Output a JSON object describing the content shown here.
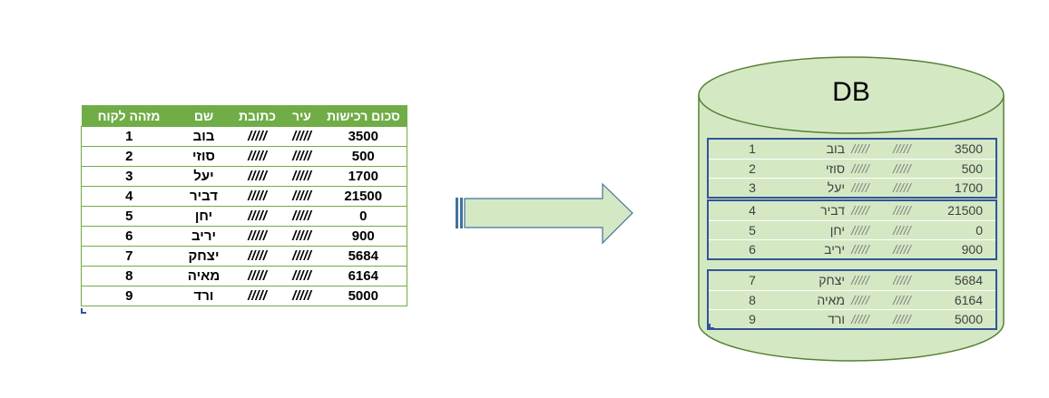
{
  "source_table": {
    "headers": [
      "סכום רכישות",
      "עיר",
      "כתובת",
      "שם",
      "מזהה לקוח"
    ],
    "rows": [
      {
        "sum": "3500",
        "city": "/////",
        "address": "/////",
        "name": "בוב",
        "id": "1"
      },
      {
        "sum": "500",
        "city": "/////",
        "address": "/////",
        "name": "סוזי",
        "id": "2"
      },
      {
        "sum": "1700",
        "city": "/////",
        "address": "/////",
        "name": "יעל",
        "id": "3"
      },
      {
        "sum": "21500",
        "city": "/////",
        "address": "/////",
        "name": "דביר",
        "id": "4"
      },
      {
        "sum": "0",
        "city": "/////",
        "address": "/////",
        "name": "יחן",
        "id": "5"
      },
      {
        "sum": "900",
        "city": "/////",
        "address": "/////",
        "name": "יריב",
        "id": "6"
      },
      {
        "sum": "5684",
        "city": "/////",
        "address": "/////",
        "name": "יצחק",
        "id": "7"
      },
      {
        "sum": "6164",
        "city": "/////",
        "address": "/////",
        "name": "מאיה",
        "id": "8"
      },
      {
        "sum": "5000",
        "city": "/////",
        "address": "/////",
        "name": "ורד",
        "id": "9"
      }
    ]
  },
  "database": {
    "label": "DB",
    "groups": [
      [
        {
          "id": "1",
          "name": "בוב",
          "s1": "/////",
          "s2": "/////",
          "sum": "3500"
        },
        {
          "id": "2",
          "name": "סוזי",
          "s1": "/////",
          "s2": "/////",
          "sum": "500"
        },
        {
          "id": "3",
          "name": "יעל",
          "s1": "/////",
          "s2": "/////",
          "sum": "1700"
        }
      ],
      [
        {
          "id": "4",
          "name": "דביר",
          "s1": "/////",
          "s2": "/////",
          "sum": "21500"
        },
        {
          "id": "5",
          "name": "יחן",
          "s1": "/////",
          "s2": "/////",
          "sum": "0"
        },
        {
          "id": "6",
          "name": "יריב",
          "s1": "/////",
          "s2": "/////",
          "sum": "900"
        }
      ],
      [
        {
          "id": "7",
          "name": "יצחק",
          "s1": "/////",
          "s2": "/////",
          "sum": "5684"
        },
        {
          "id": "8",
          "name": "מאיה",
          "s1": "/////",
          "s2": "/////",
          "sum": "6164"
        },
        {
          "id": "9",
          "name": "ורד",
          "s1": "/////",
          "s2": "/////",
          "sum": "5000"
        }
      ]
    ]
  },
  "colors": {
    "header_green": "#70ad47",
    "db_fill": "#d5e8c4",
    "db_border": "#548235",
    "group_border": "#2f5597",
    "arrow_fill": "#d5e8c4",
    "arrow_border": "#41719c"
  }
}
